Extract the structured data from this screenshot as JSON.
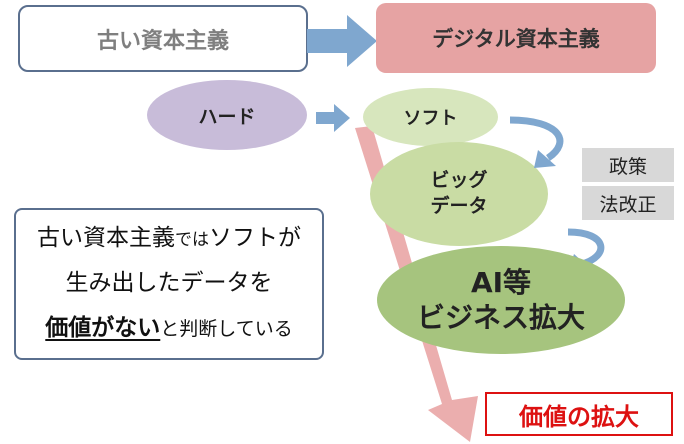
{
  "header": {
    "old_capitalism": "古い資本主義",
    "digital_capitalism": "デジタル資本主義"
  },
  "flow": {
    "hard": "ハード",
    "soft": "ソフト",
    "big_data_line1": "ビッグ",
    "big_data_line2": "データ",
    "ai_line1": "AI等",
    "ai_line2": "ビジネス拡大"
  },
  "drivers": {
    "policy": "政策",
    "legal_reform": "法改正"
  },
  "note": {
    "line1_a": "古い資本主義",
    "line1_b": "では",
    "line1_c": "ソフトが",
    "line2": "生み出したデータを",
    "line3_a": "価値がない",
    "line3_b": "と判断している"
  },
  "result": "価値の拡大",
  "colors": {
    "old_border": "#5a6f8e",
    "digital_fill": "#e6a3a3",
    "hard_fill": "#c8bcd9",
    "soft_fill": "#d7e6bd",
    "bigdata_fill": "#c9dca4",
    "ai_fill": "#a6c47e",
    "big_arrow": "#e8a0a0",
    "blue_arrow": "#7fa7cf",
    "result_red": "#dd1111"
  }
}
